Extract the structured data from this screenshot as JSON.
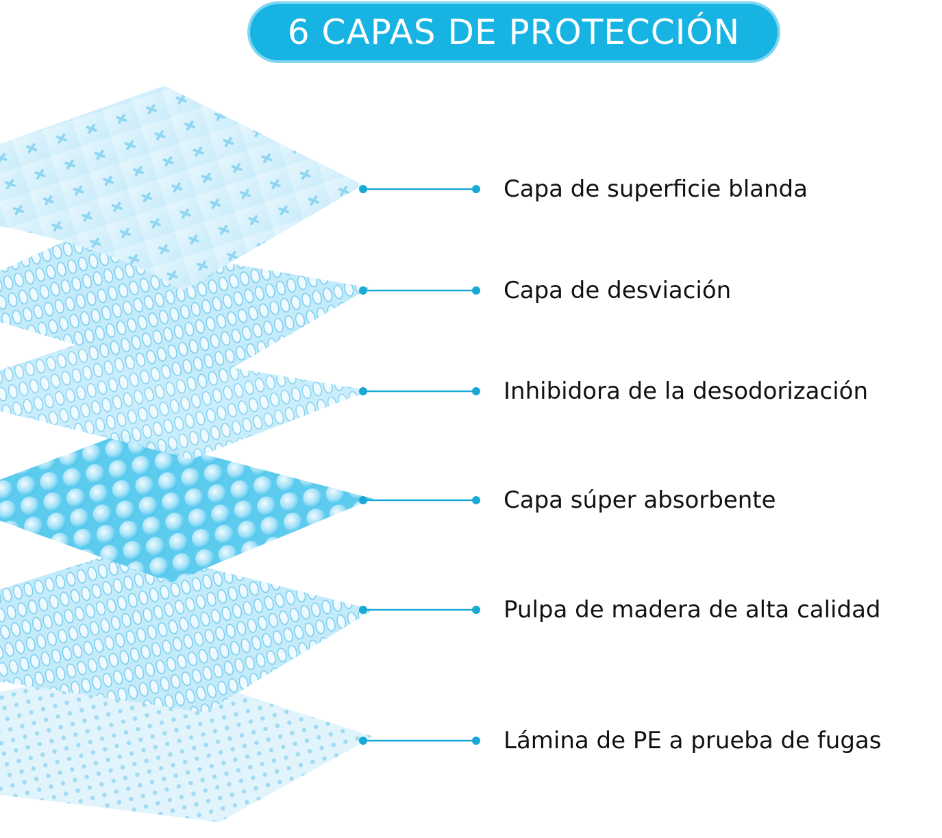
{
  "title": "6 CAPAS DE PROTECCIÓN",
  "colors": {
    "accent": "#17b4e3",
    "accent_light": "#7fd6f1",
    "connector": "#1aa9d6",
    "label_text": "#111111"
  },
  "layers": [
    {
      "label": "Capa de superficie blanda",
      "pattern": "cross-dots"
    },
    {
      "label": "Capa de desviación",
      "pattern": "loops"
    },
    {
      "label": "Inhibidora de la desodorización",
      "pattern": "loops"
    },
    {
      "label": "Capa súper absorbente",
      "pattern": "bubbles"
    },
    {
      "label": "Pulpa de madera de alta calidad",
      "pattern": "loops"
    },
    {
      "label": "Lámina de PE a prueba de fugas",
      "pattern": "dots"
    }
  ]
}
